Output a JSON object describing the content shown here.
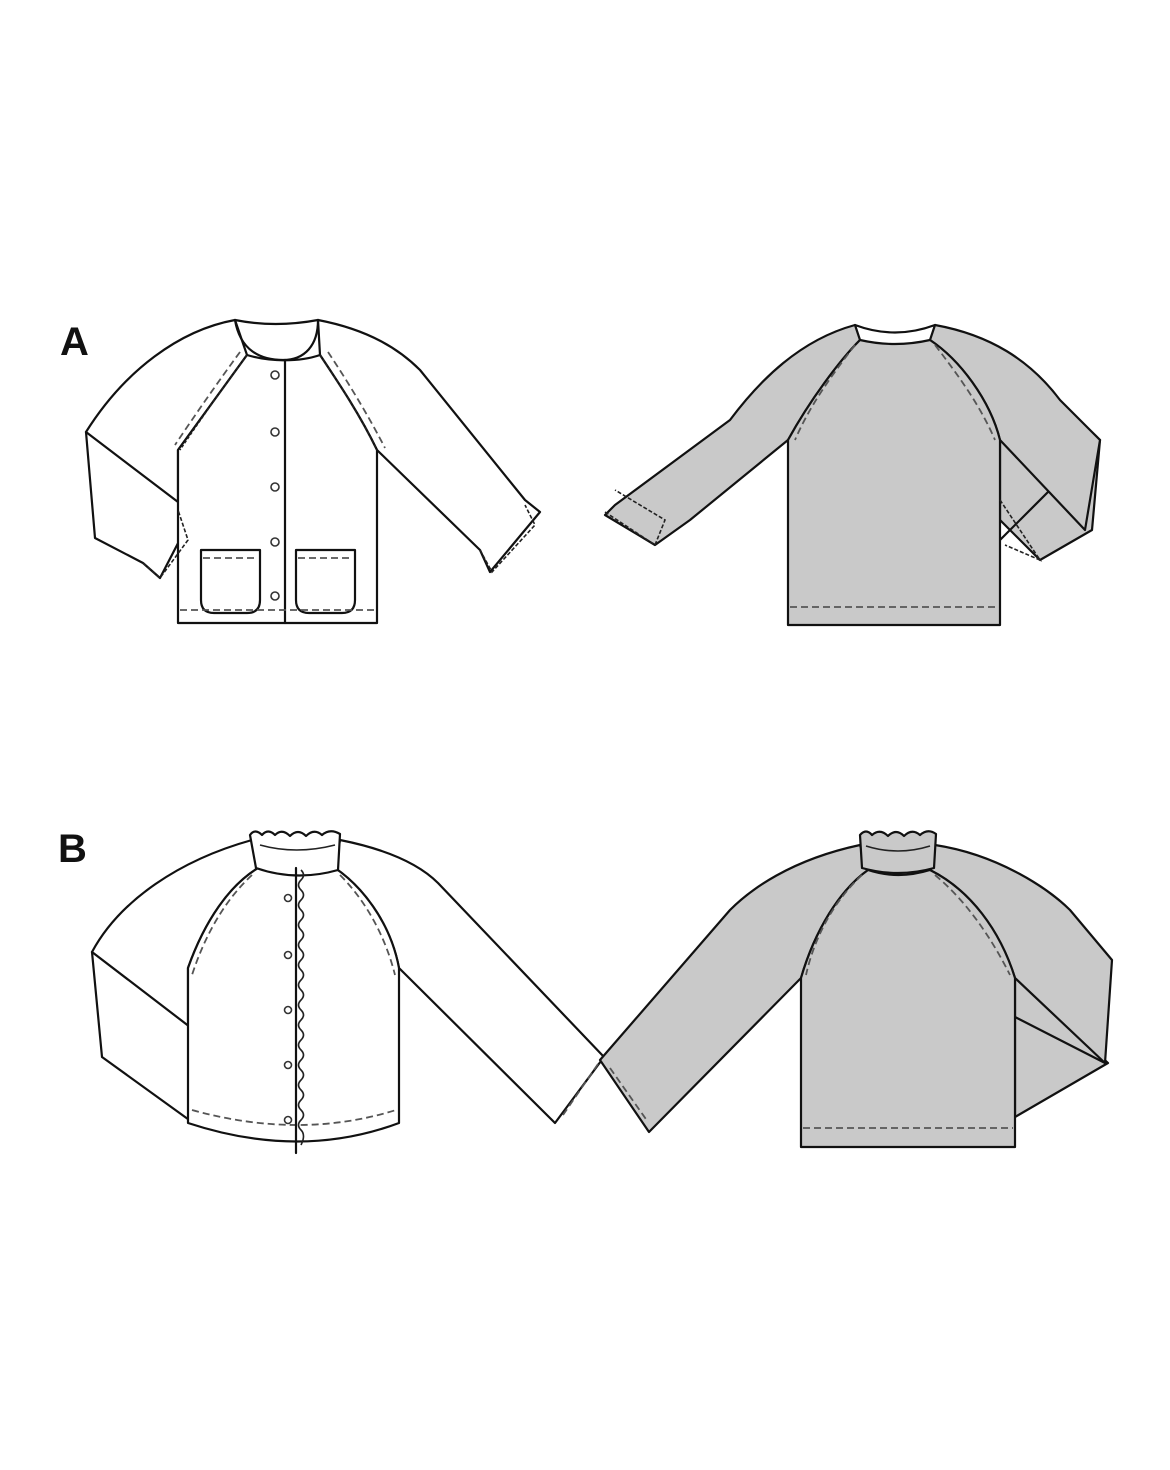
{
  "views": [
    {
      "label": "A",
      "front": "view-a-front",
      "back": "view-a-back"
    },
    {
      "label": "B",
      "front": "view-b-front",
      "back": "view-b-back"
    }
  ],
  "colors": {
    "line": "#111111",
    "back_fill": "#c9c9c9",
    "front_fill": "#ffffff"
  }
}
